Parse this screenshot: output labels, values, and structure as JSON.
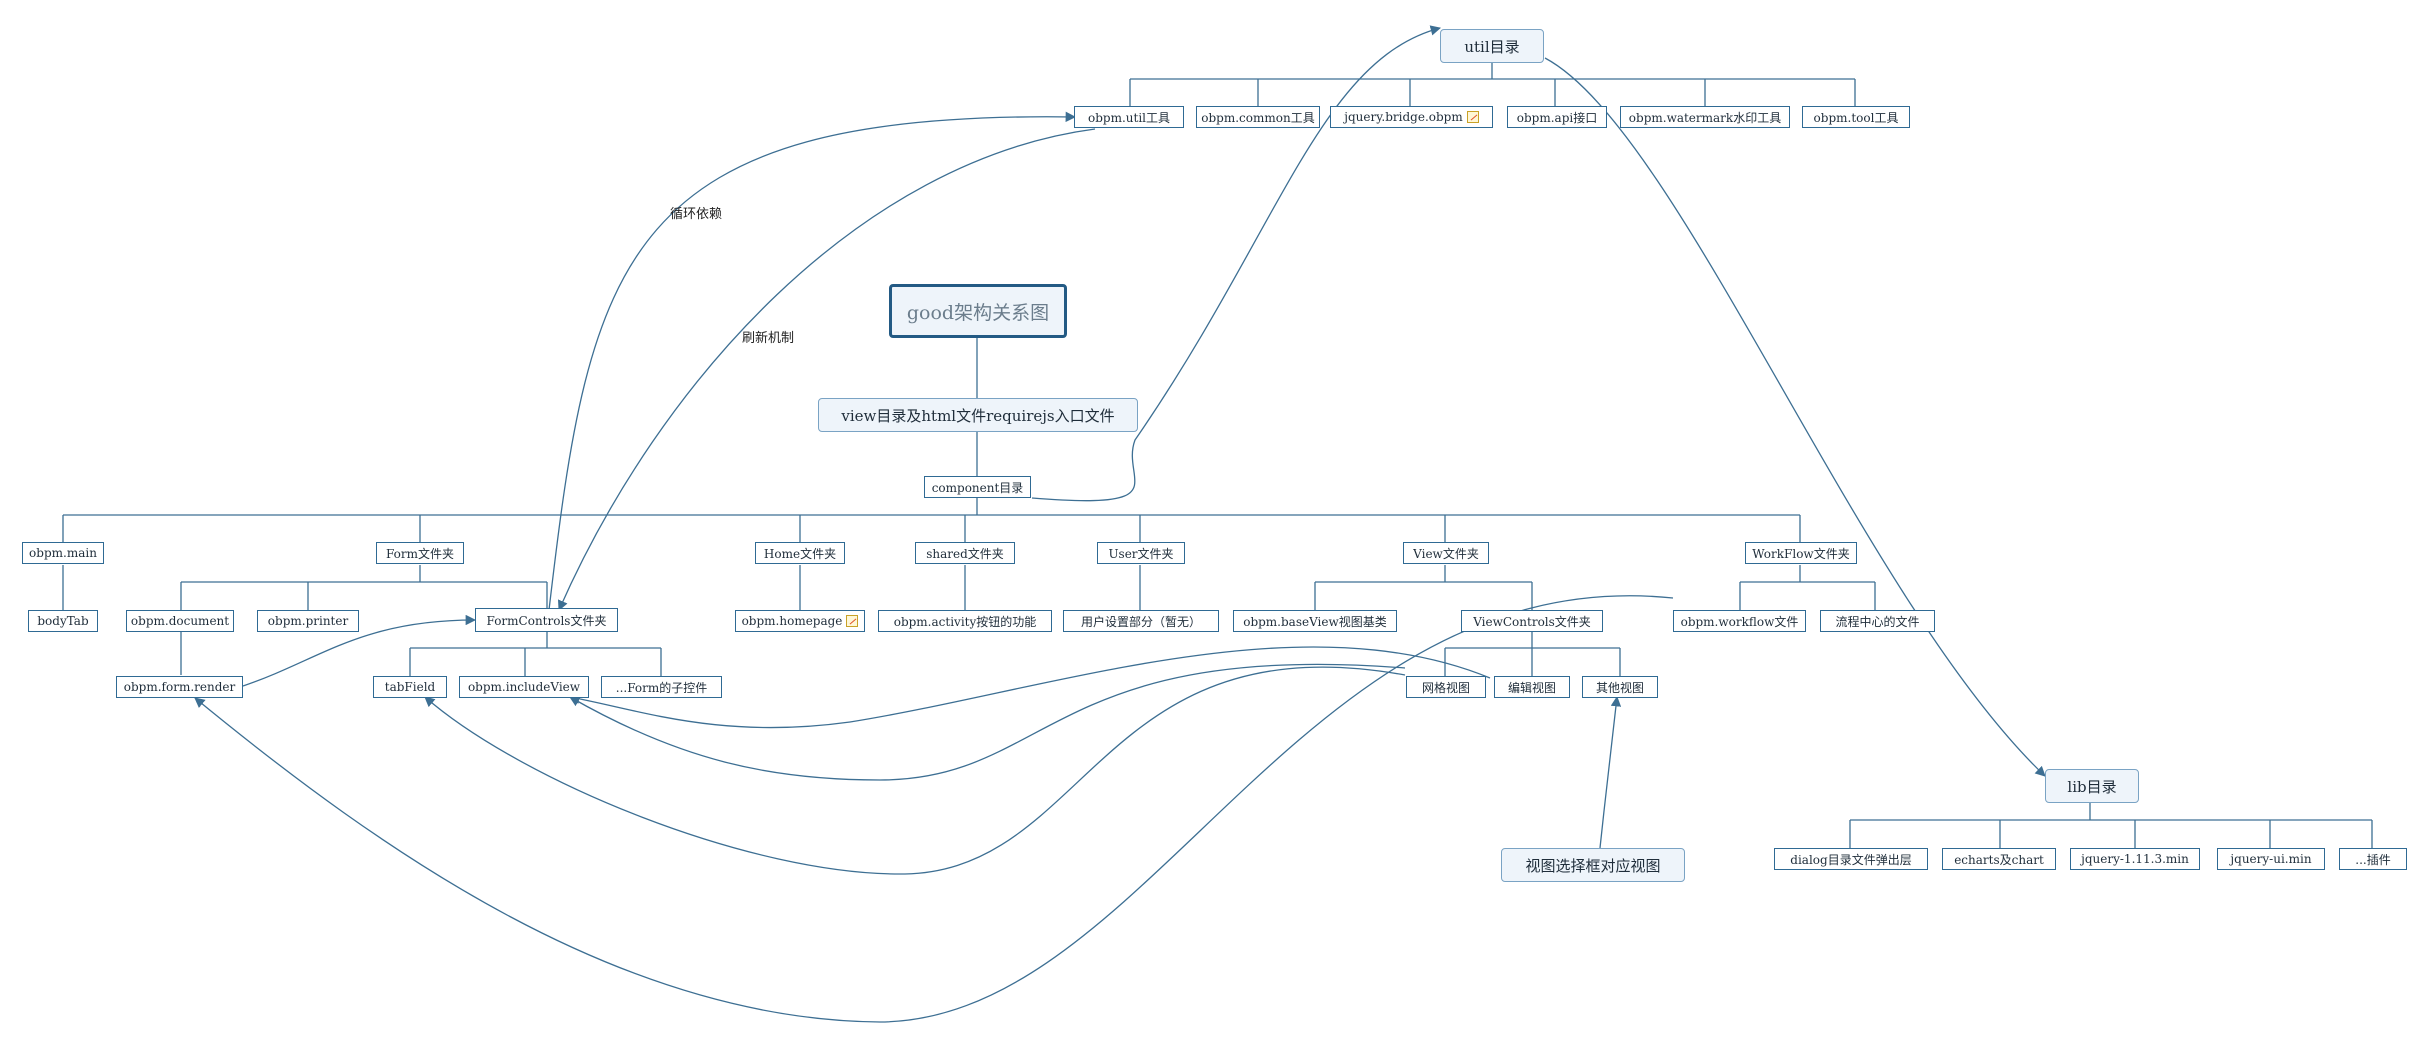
{
  "nodes": {
    "root": "good架构关系图",
    "view_entry": "view目录及html文件requirejs入口文件",
    "component": "component目录",
    "util": "util目录",
    "util_children": {
      "obpm_util": "obpm.util工具",
      "obpm_common": "obpm.common工具",
      "jquery_bridge": "jquery.bridge.obpm",
      "obpm_api": "obpm.api接口",
      "obpm_watermark": "obpm.watermark水印工具",
      "obpm_tool": "obpm.tool工具"
    },
    "comp_children": {
      "obpm_main": "obpm.main",
      "form_folder": "Form文件夹",
      "home_folder": "Home文件夹",
      "shared_folder": "shared文件夹",
      "user_folder": "User文件夹",
      "view_folder": "View文件夹",
      "workflow_folder": "WorkFlow文件夹"
    },
    "body_tab": "bodyTab",
    "obpm_document": "obpm.document",
    "obpm_printer": "obpm.printer",
    "form_controls": "FormControls文件夹",
    "obpm_form_render": "obpm.form.render",
    "tab_field": "tabField",
    "obpm_include_view": "obpm.includeView",
    "form_sub_controls": "...Form的子控件",
    "obpm_homepage": "obpm.homepage",
    "obpm_activity": "obpm.activity按钮的功能",
    "user_settings": "用户设置部分（暂无）",
    "obpm_base_view": "obpm.baseView视图基类",
    "view_controls": "ViewControls文件夹",
    "grid_view": "网格视图",
    "edit_view": "编辑视图",
    "other_view": "其他视图",
    "obpm_workflow": "obpm.workflow文件",
    "flow_center": "流程中心的文件",
    "view_select": "视图选择框对应视图",
    "lib": "lib目录",
    "lib_children": {
      "dialog": "dialog目录文件弹出层",
      "echarts": "echarts及chart",
      "jquery": "jquery-1.11.3.min",
      "jquery_ui": "jquery-ui.min",
      "plugins": "...插件"
    }
  },
  "labels": {
    "circular": "循环依赖",
    "refresh": "刷新机制"
  },
  "colors": {
    "line": "#3d6f93",
    "border": "#2f6a94"
  }
}
